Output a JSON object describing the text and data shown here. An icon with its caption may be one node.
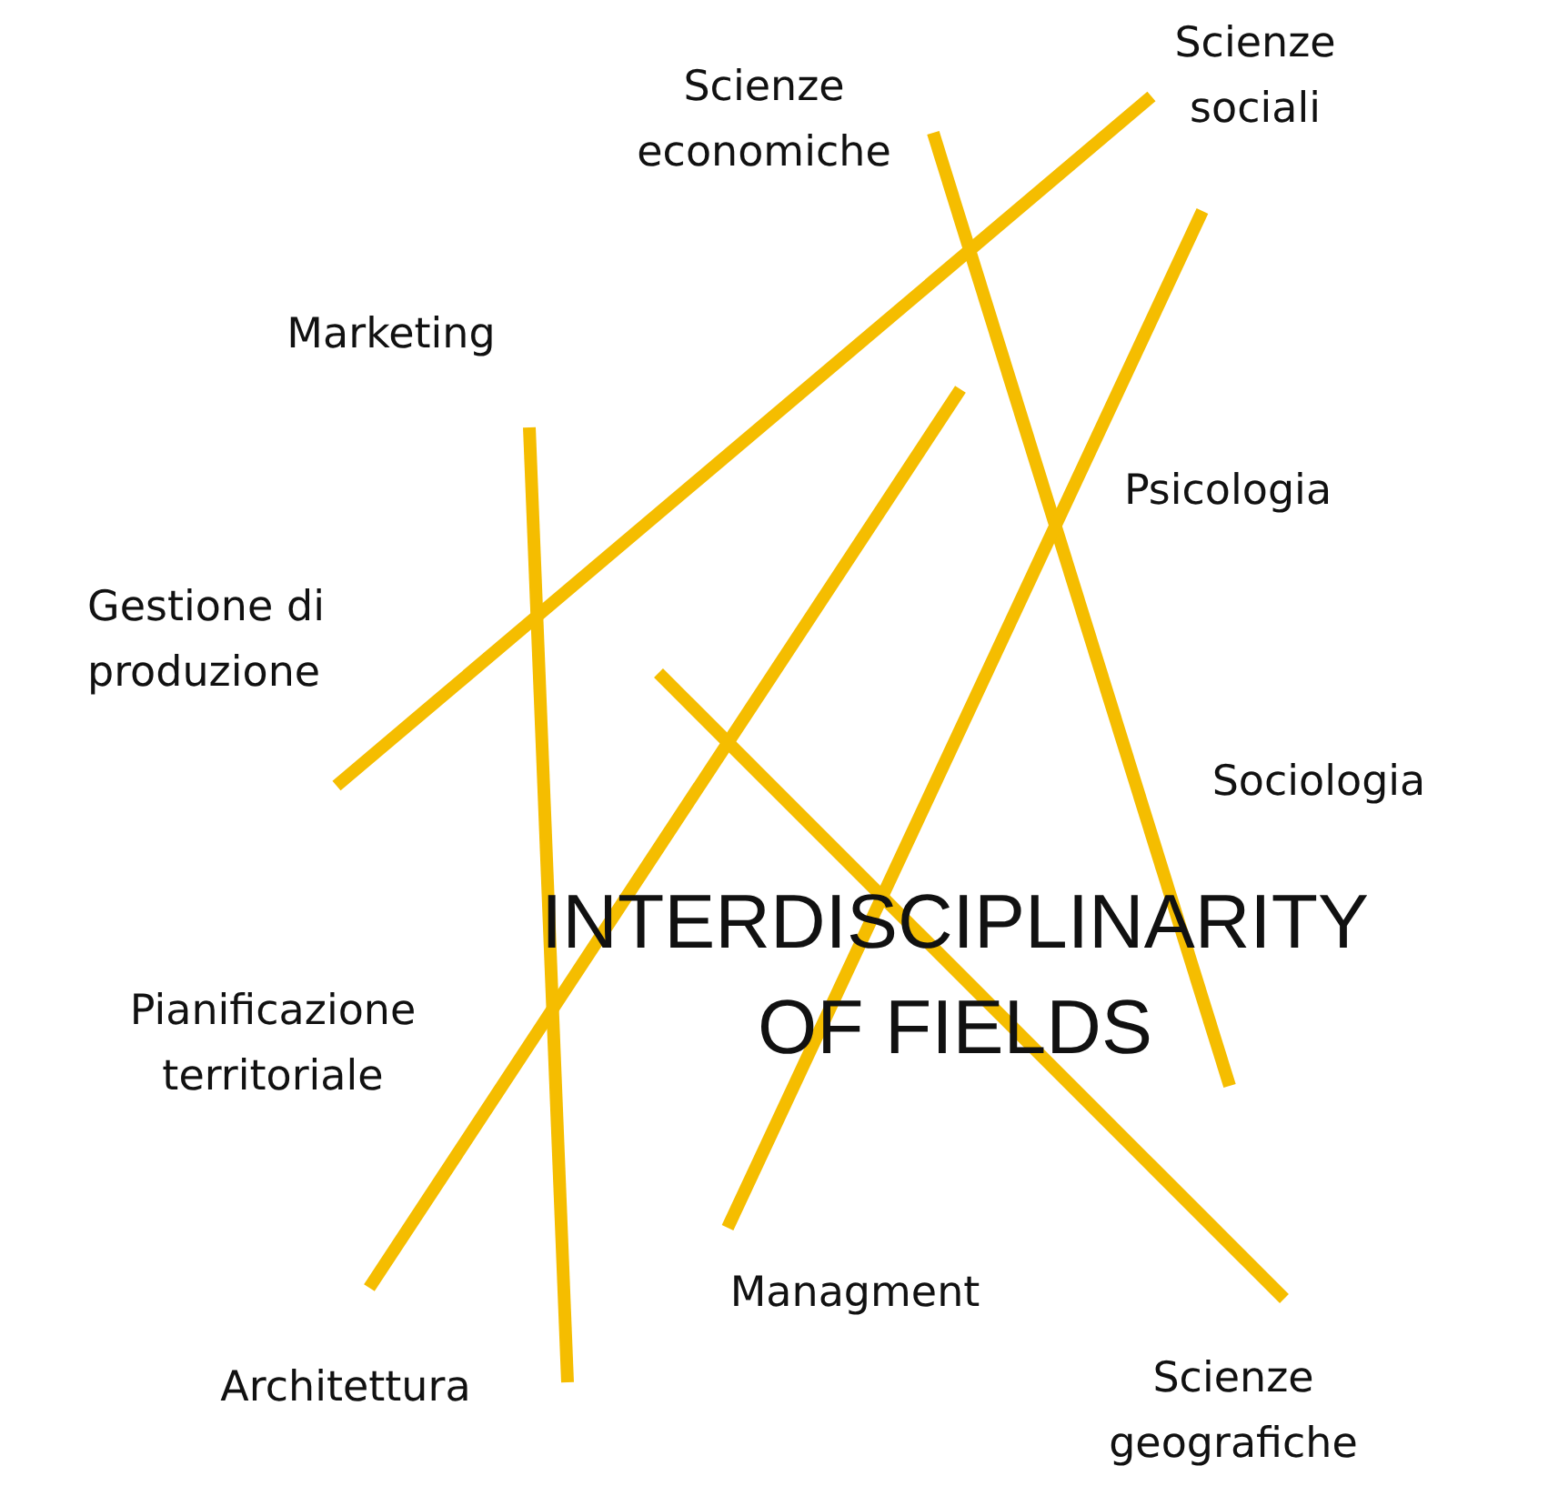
{
  "diagram": {
    "title": "INTERDISCIPLINARITY OF FIELDS",
    "labels": [
      "Scienze economiche",
      "Scienze sociali",
      "Marketing",
      "Psicologia",
      "Gestione di produzione",
      "Sociologia",
      "Pianificazione territoriale",
      "Managment",
      "Architettura",
      "Scienze geografiche"
    ]
  }
}
